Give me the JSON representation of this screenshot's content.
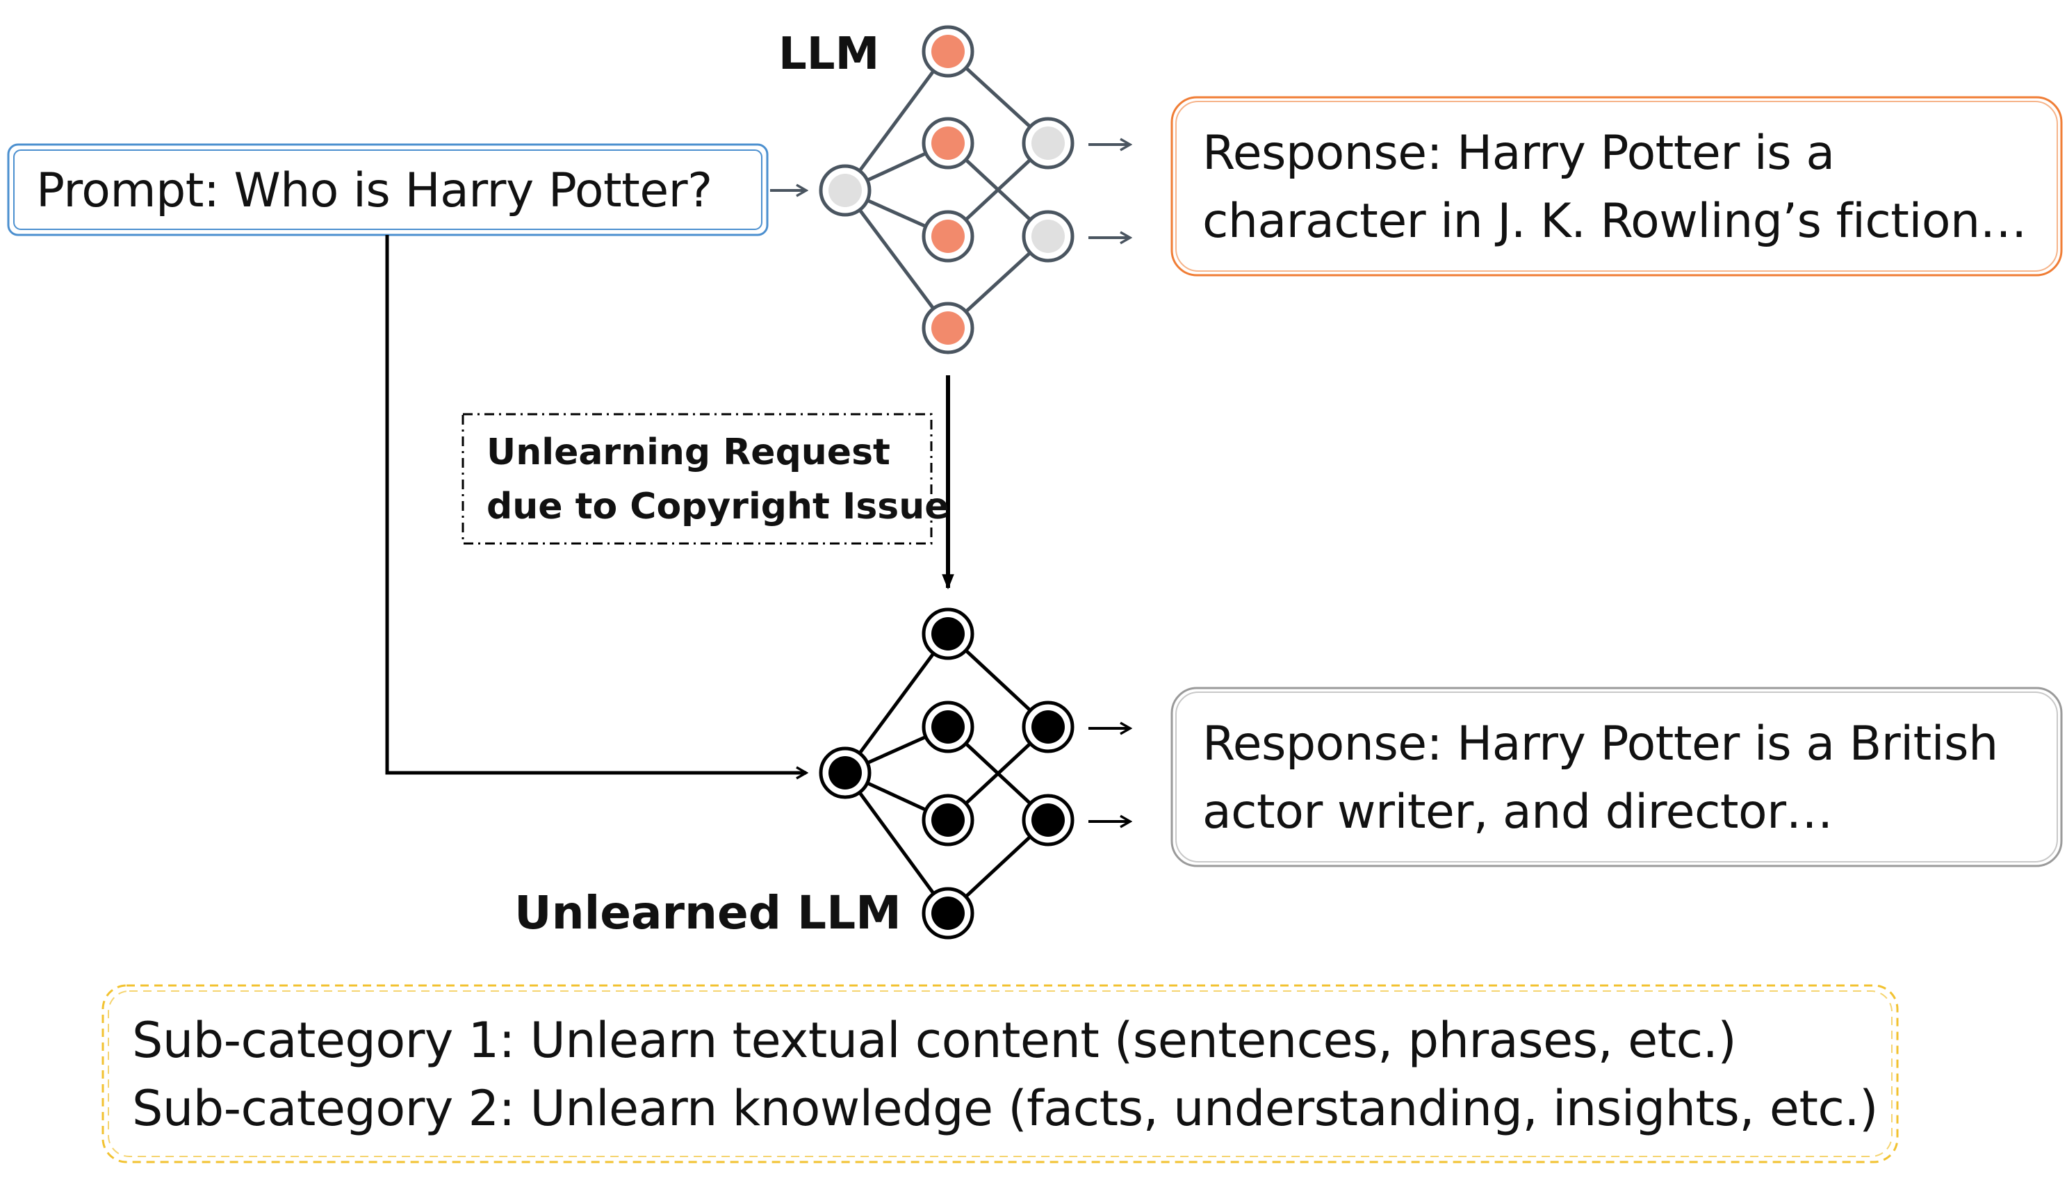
{
  "prompt": {
    "text": "Prompt: Who is Harry Potter?"
  },
  "llm": {
    "label": "LLM",
    "node_colors": {
      "fill_output": "#f28a6c",
      "fill_hidden": "#e0e0e0",
      "stroke": "#4a5560"
    }
  },
  "unlearned_llm": {
    "label": "Unlearned LLM",
    "node_colors": {
      "fill": "#000000",
      "stroke": "#000000"
    }
  },
  "response_original": {
    "line1": "Response: Harry Potter is a",
    "line2": "character in J. K. Rowling’s fiction…",
    "border_color": "#f07d35"
  },
  "response_unlearned": {
    "line1": "Response: Harry Potter is a British",
    "line2": "actor writer, and director…",
    "border_color": "#9a9a9a"
  },
  "request": {
    "line1": "Unlearning Request",
    "line2": "due to Copyright Issue"
  },
  "subcategories": {
    "line1": "Sub-category 1: Unlearn textual content (sentences, phrases, etc.)",
    "line2": "Sub-category 2: Unlearn knowledge (facts, understanding, insights, etc.)",
    "border_color": "#f2c230"
  },
  "prompt_border_color": "#4b8fcf"
}
